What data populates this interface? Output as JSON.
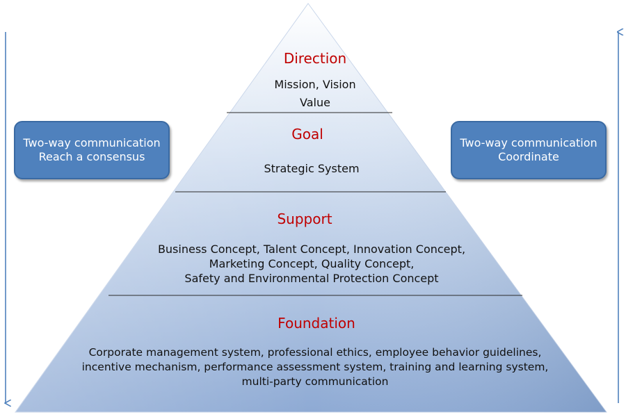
{
  "left_box": {
    "line1": "Two-way communication",
    "line2": "Reach a consensus"
  },
  "right_box": {
    "line1": "Two-way communication",
    "line2": "Coordinate"
  },
  "levels": {
    "direction": {
      "title": "Direction",
      "lines": [
        "Mission, Vision",
        "Value"
      ]
    },
    "goal": {
      "title": "Goal",
      "lines": [
        "Strategic System"
      ]
    },
    "support": {
      "title": "Support",
      "lines": [
        "Business Concept, Talent Concept, Innovation Concept,",
        "Marketing Concept, Quality Concept,",
        "Safety and Environmental Protection Concept"
      ]
    },
    "foundation": {
      "title": "Foundation",
      "lines": [
        "Corporate management system, professional ethics, employee behavior guidelines,",
        "incentive mechanism, performance assessment system, training and learning system,",
        "multi-party communication"
      ]
    }
  },
  "colors": {
    "heading": "#c00000",
    "box_fill": "#4f81bd",
    "arrow": "#4f81bd"
  }
}
